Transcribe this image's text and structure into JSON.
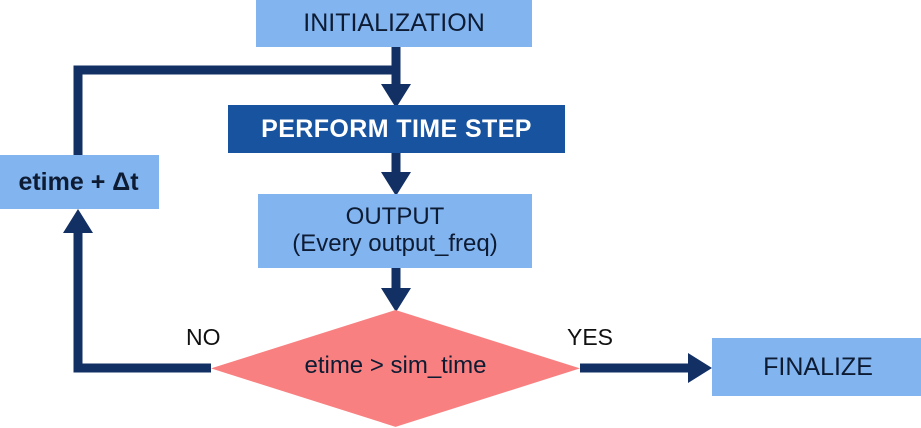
{
  "diagram": {
    "title": "Simulation time-stepping flowchart",
    "type": "flowchart",
    "colors": {
      "node_light": "#82b4f0",
      "node_dark": "#17539e",
      "decision": "#f98080",
      "connector": "#123064",
      "text_dark": "#0d1b33",
      "text_light": "#ffffff"
    }
  },
  "nodes": {
    "initialization": {
      "label": "INITIALIZATION",
      "shape": "rect",
      "style": "light"
    },
    "perform_time_step": {
      "label": "PERFORM TIME STEP",
      "shape": "rect",
      "style": "dark"
    },
    "output": {
      "shape": "rect",
      "style": "light",
      "line1": "OUTPUT",
      "line2": "(Every output_freq)"
    },
    "etime": {
      "label": "etime + Δt",
      "shape": "rect",
      "style": "light"
    },
    "decision": {
      "label": "etime > sim_time",
      "shape": "diamond",
      "style": "decision"
    },
    "finalize": {
      "label": "FINALIZE",
      "shape": "rect",
      "style": "light"
    }
  },
  "edge_labels": {
    "no": "NO",
    "yes": "YES"
  },
  "edges": [
    {
      "from": "initialization",
      "to": "perform_time_step",
      "label": ""
    },
    {
      "from": "perform_time_step",
      "to": "output",
      "label": ""
    },
    {
      "from": "output",
      "to": "decision",
      "label": ""
    },
    {
      "from": "decision",
      "to": "etime",
      "label": "NO"
    },
    {
      "from": "etime",
      "to": "perform_time_step",
      "label": ""
    },
    {
      "from": "decision",
      "to": "finalize",
      "label": "YES"
    }
  ]
}
